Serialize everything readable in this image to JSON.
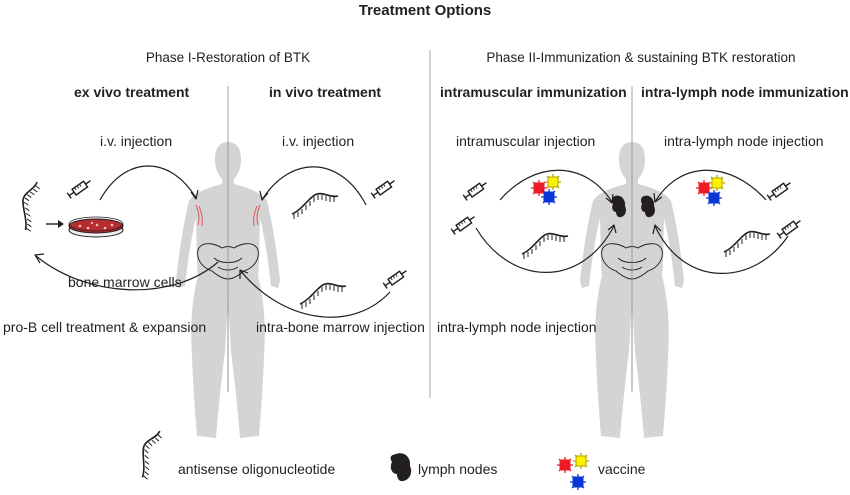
{
  "title": "Treatment Options",
  "phase1": {
    "heading": "Phase I-Restoration of BTK",
    "ex_vivo": {
      "heading": "ex vivo treatment",
      "injection": "i.v. injection",
      "bone_marrow": "bone marrow cells",
      "expansion": "pro-B cell treatment & expansion"
    },
    "in_vivo": {
      "heading": "in vivo treatment",
      "injection": "i.v. injection",
      "bone_marrow_injection": "intra-bone marrow injection"
    }
  },
  "phase2": {
    "heading": "Phase II-Immunization  & sustaining BTK restoration",
    "intramuscular": {
      "heading": "intramuscular immunization",
      "injection": "intramuscular injection",
      "lymph_injection": "intra-lymph node injection"
    },
    "intra_lymph": {
      "heading": "intra-lymph node immunization",
      "injection": "intra-lymph node injection"
    }
  },
  "legend": {
    "oligo": "antisense oligonucleotide",
    "lymph": "lymph nodes",
    "vaccine": "vaccine"
  },
  "colors": {
    "body": "#d4d4d4",
    "ink": "#231f20",
    "divider": "#a6a6a6",
    "vessel": "#e35a5a",
    "dish": "#b52d2d",
    "vaccine_red": "#ed1c24",
    "vaccine_yellow": "#fff200",
    "vaccine_blue": "#0a36d6"
  }
}
